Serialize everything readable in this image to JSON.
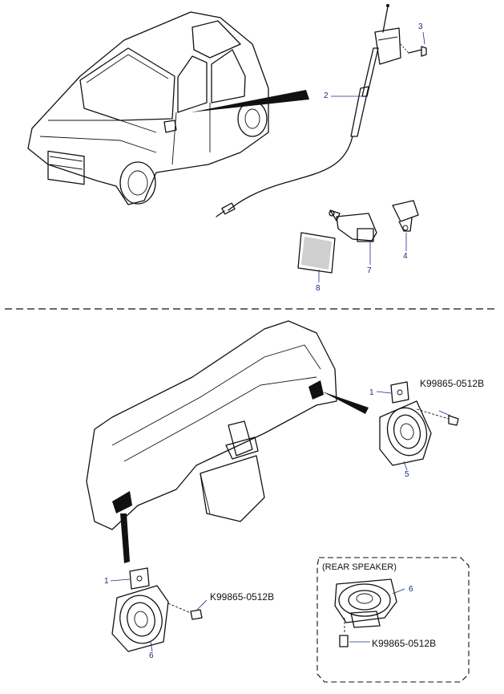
{
  "callouts": {
    "c1_top": "1",
    "c1_bottom": "1",
    "c2": "2",
    "c3": "3",
    "c4": "4",
    "c5": "5",
    "c6_bottom": "6",
    "c6_rear": "6",
    "c7": "7",
    "c8": "8"
  },
  "part_codes": {
    "screw_top": "K99865-0512B",
    "screw_bottom": "K99865-0512B",
    "screw_rear": "K99865-0512B"
  },
  "rear_box": {
    "title": "(REAR SPEAKER)"
  },
  "colors": {
    "callout": "#1a2a8a",
    "line": "#111111",
    "background": "#ffffff"
  }
}
